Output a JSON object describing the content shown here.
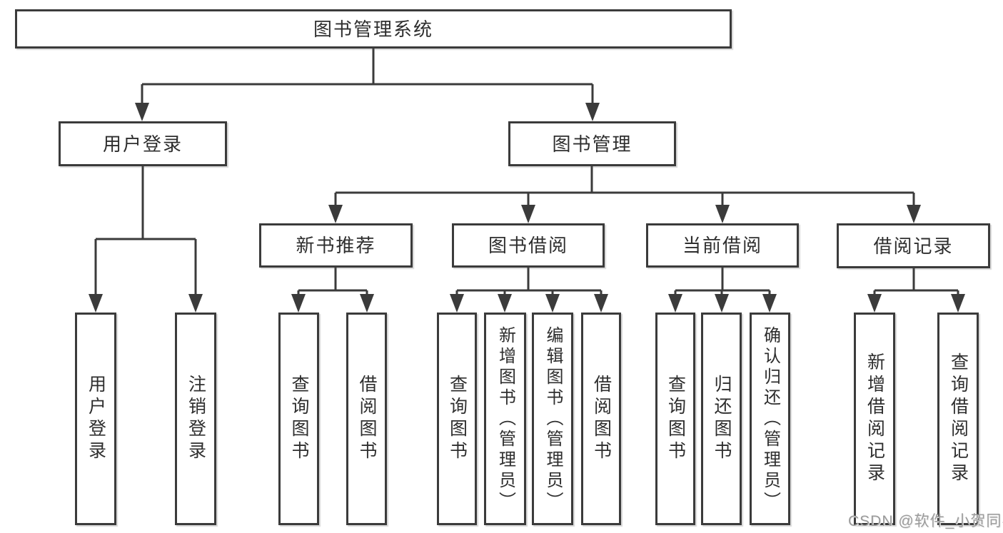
{
  "tree": {
    "root": {
      "label": "图书管理系统"
    },
    "branches": [
      {
        "label": "用户登录",
        "children": [
          {
            "label": "用户登录"
          },
          {
            "label": "注销登录"
          }
        ]
      },
      {
        "label": "图书管理",
        "groups": [
          {
            "label": "新书推荐",
            "children": [
              {
                "label": "查询图书"
              },
              {
                "label": "借阅图书"
              }
            ]
          },
          {
            "label": "图书借阅",
            "children": [
              {
                "label": "查询图书"
              },
              {
                "label": "新增图书（管理员）"
              },
              {
                "label": "编辑图书（管理员）"
              },
              {
                "label": "借阅图书"
              }
            ]
          },
          {
            "label": "当前借阅",
            "children": [
              {
                "label": "查询图书"
              },
              {
                "label": "归还图书"
              },
              {
                "label": "确认归还（管理员）"
              }
            ]
          },
          {
            "label": "借阅记录",
            "children": [
              {
                "label": "新增借阅记录"
              },
              {
                "label": "查询借阅记录"
              }
            ]
          }
        ]
      }
    ]
  },
  "watermark": {
    "text": "CSDN @软件_小贺同学"
  },
  "colors": {
    "line": "#3b3b3b",
    "text": "#2e2e2e",
    "watermark": "#9b9b9b",
    "background": "#ffffff"
  }
}
